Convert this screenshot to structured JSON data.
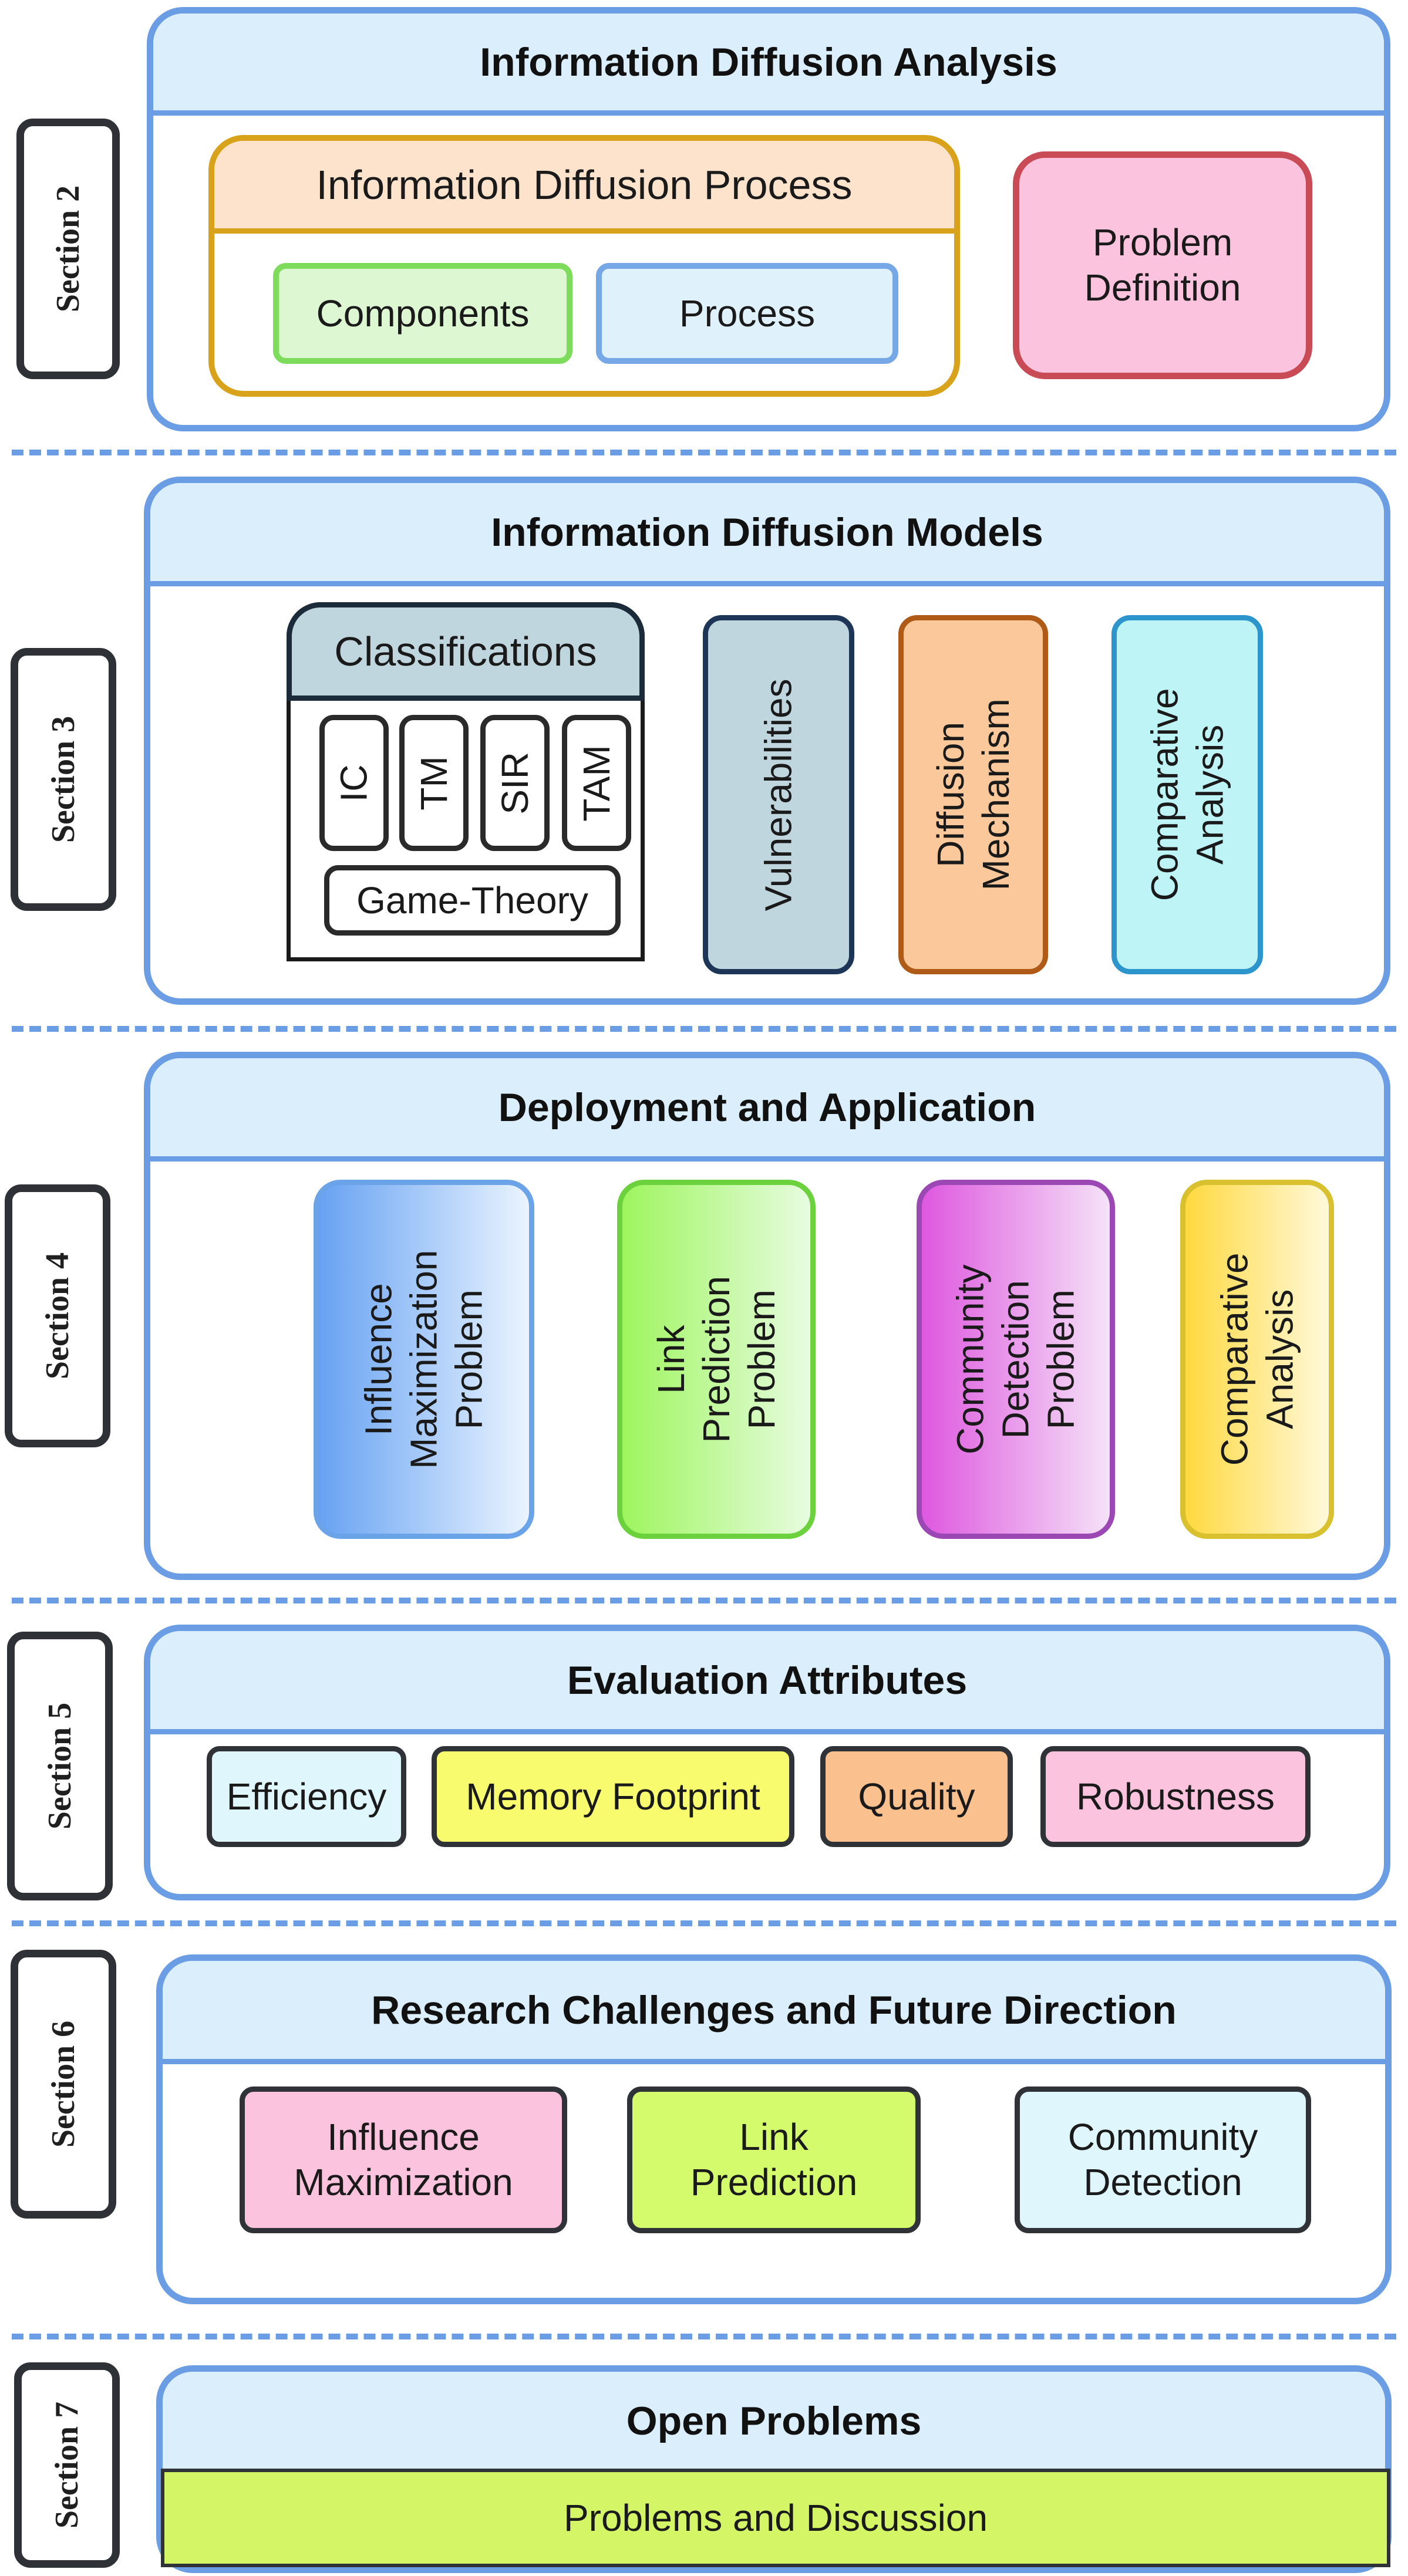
{
  "sections": {
    "s2": {
      "label": "Section 2",
      "title": "Information Diffusion Analysis",
      "process_group": {
        "title": "Information Diffusion Process",
        "items": [
          "Components",
          "Process"
        ]
      },
      "problem": "Problem\nDefinition"
    },
    "s3": {
      "label": "Section 3",
      "title": "Information Diffusion Models",
      "classifications": {
        "title": "Classifications",
        "models": [
          "IC",
          "TM",
          "SIR",
          "TAM"
        ],
        "game": "Game-Theory"
      },
      "items": [
        "Vulnerabilities",
        "Diffusion\nMechanism",
        "Comparative\nAnalysis"
      ]
    },
    "s4": {
      "label": "Section 4",
      "title": "Deployment and Application",
      "items": [
        "Influence\nMaximization\nProblem",
        "Link\nPrediction\nProblem",
        "Community\nDetection\nProblem",
        "Comparative\nAnalysis"
      ]
    },
    "s5": {
      "label": "Section 5",
      "title": "Evaluation Attributes",
      "items": [
        "Efficiency",
        "Memory Footprint",
        "Quality",
        "Robustness"
      ]
    },
    "s6": {
      "label": "Section 6",
      "title": "Research Challenges and Future Direction",
      "items": [
        "Influence\nMaximization",
        "Link\nPrediction",
        "Community\nDetection"
      ]
    },
    "s7": {
      "label": "Section 7",
      "title": "Open Problems",
      "bar": "Problems and Discussion"
    }
  },
  "colors": {
    "panel_border": "#6a9de3",
    "panel_header": "#dbeefb",
    "divider": "#6a9de3"
  }
}
